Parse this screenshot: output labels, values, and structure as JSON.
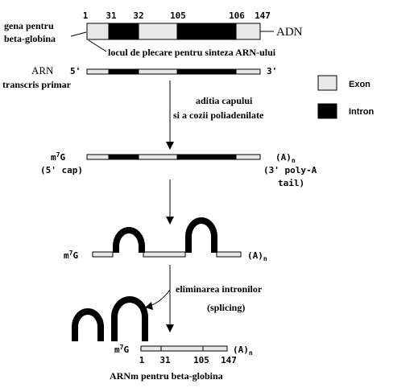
{
  "colors": {
    "exon": "#e8e8e8",
    "intron": "#000000",
    "stroke": "#000000",
    "background": "#ffffff"
  },
  "dna": {
    "gene_label_line1": "gena pentru",
    "gene_label_line2": "beta-globina",
    "label": "ADN",
    "positions": [
      "1",
      "31",
      "32",
      "105",
      "106",
      "147"
    ],
    "start_site_label": "locul de plecare pentru sinteza ARN-ului"
  },
  "primary_rna": {
    "label_line1": "ARN",
    "label_line2": "transcris primar",
    "five_prime": "5'",
    "three_prime": "3'"
  },
  "legend": {
    "exon": "Exon",
    "intron": "Intron"
  },
  "step1": {
    "line1": "aditia capului",
    "line2": "si a cozii poliadenilate"
  },
  "capped_rna": {
    "cap": "m",
    "cap_sup": "7",
    "cap_g": "G",
    "cap_note": "(5' cap)",
    "tail": "(A)",
    "tail_sub": "n",
    "tail_note_line1": "(3' poly-A",
    "tail_note_line2": "tail)"
  },
  "looped_rna": {
    "cap": "m",
    "cap_sup": "7",
    "cap_g": "G",
    "tail": "(A)",
    "tail_sub": "n"
  },
  "step2": {
    "line1": "eliminarea intronilor",
    "line2": "(splicing)"
  },
  "mrna": {
    "cap": "m",
    "cap_sup": "7",
    "cap_g": "G",
    "tail": "(A)",
    "tail_sub": "n",
    "positions": [
      "1",
      "31",
      "105",
      "147"
    ],
    "caption": "ARNm pentru beta-globina"
  }
}
